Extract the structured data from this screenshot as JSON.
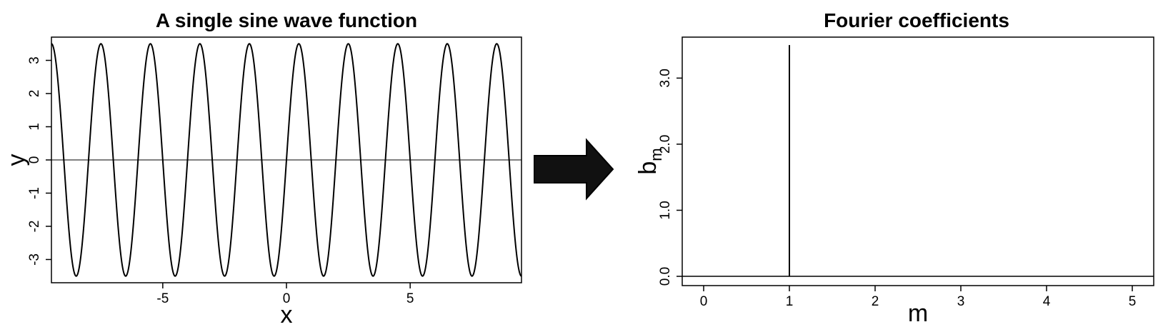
{
  "chart_data": [
    {
      "type": "line",
      "title": "A single sine wave function",
      "xlabel": "x",
      "ylabel": "y",
      "xlim": [
        -9.5,
        9.5
      ],
      "ylim": [
        -3.7,
        3.7
      ],
      "xticks": [
        -5,
        0,
        5
      ],
      "yticks": [
        -3,
        -2,
        -1,
        0,
        1,
        2,
        3
      ],
      "function": {
        "amplitude": 3.5,
        "angular_frequency": 3.14159,
        "phase": 0.0,
        "form": "y = 3.5*sin(pi*x)"
      },
      "hline": 0,
      "grid": false,
      "legend": "none"
    },
    {
      "type": "bar",
      "title": "Fourier coefficients",
      "xlabel": "m",
      "ylabel_base": "b",
      "ylabel_sub": "m",
      "xlim": [
        -0.25,
        5.25
      ],
      "ylim": [
        -0.14,
        3.62
      ],
      "xticks": [
        0,
        1,
        2,
        3,
        4,
        5
      ],
      "yticks": [
        "0.0",
        "1.0",
        "2.0",
        "3.0"
      ],
      "categories": [
        1
      ],
      "values": [
        3.5
      ],
      "hline": 0,
      "grid": false,
      "legend": "none"
    }
  ],
  "arrow_color": "#111111"
}
